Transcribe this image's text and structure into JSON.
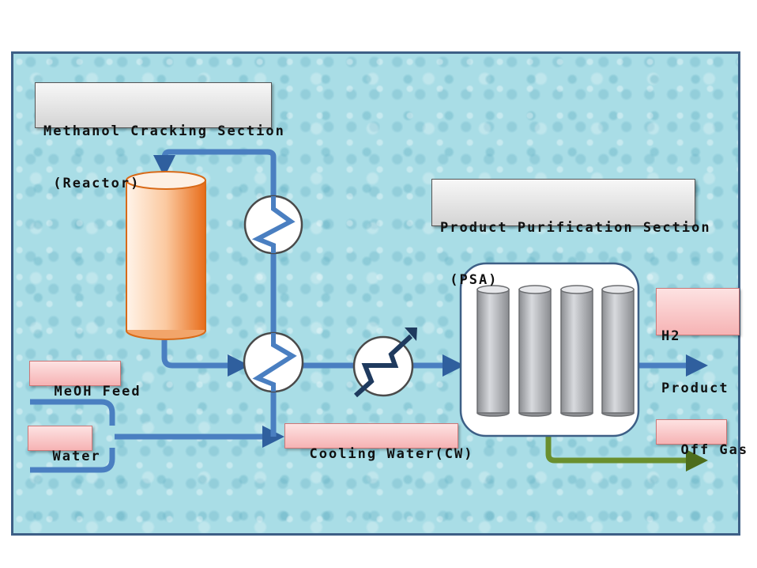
{
  "sections": {
    "reactor": {
      "title": "Methanol Cracking Section",
      "subtitle": " (Reactor)"
    },
    "psa": {
      "title": "Product Purification Section",
      "subtitle": " (PSA)"
    }
  },
  "streams": {
    "meoh_feed": "MeOH Feed",
    "water": "Water",
    "cooling_water": "Cooling Water(CW)",
    "h2_product_line1": "H2",
    "h2_product_line2": "Product",
    "off_gas": "Off Gas"
  },
  "equipment": {
    "reactor": "reactor-vessel",
    "heat_exchangers": [
      "upper-heat-exchanger",
      "lower-heat-exchanger",
      "cooler"
    ],
    "psa_columns": 4
  },
  "colors": {
    "background": "#a9dde6",
    "panel_border": "#3d5f86",
    "pipe": "#4a7fc1",
    "off_gas_pipe": "#6a8f2e",
    "reactor": "#f28a3c",
    "column": "#9a9ca0"
  }
}
